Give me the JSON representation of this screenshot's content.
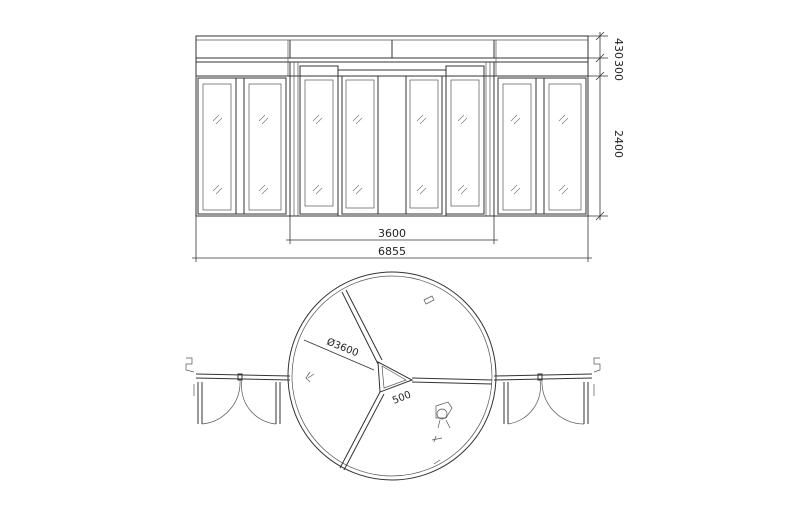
{
  "elevation": {
    "dim_height_top": "430",
    "dim_height_transom": "300",
    "dim_height_door": "2400",
    "dim_width_center": "3600",
    "dim_width_overall": "6855"
  },
  "plan": {
    "diameter_label": "Ø3600",
    "center_label": "500"
  },
  "colors": {
    "line": "#333333",
    "background": "#ffffff"
  }
}
